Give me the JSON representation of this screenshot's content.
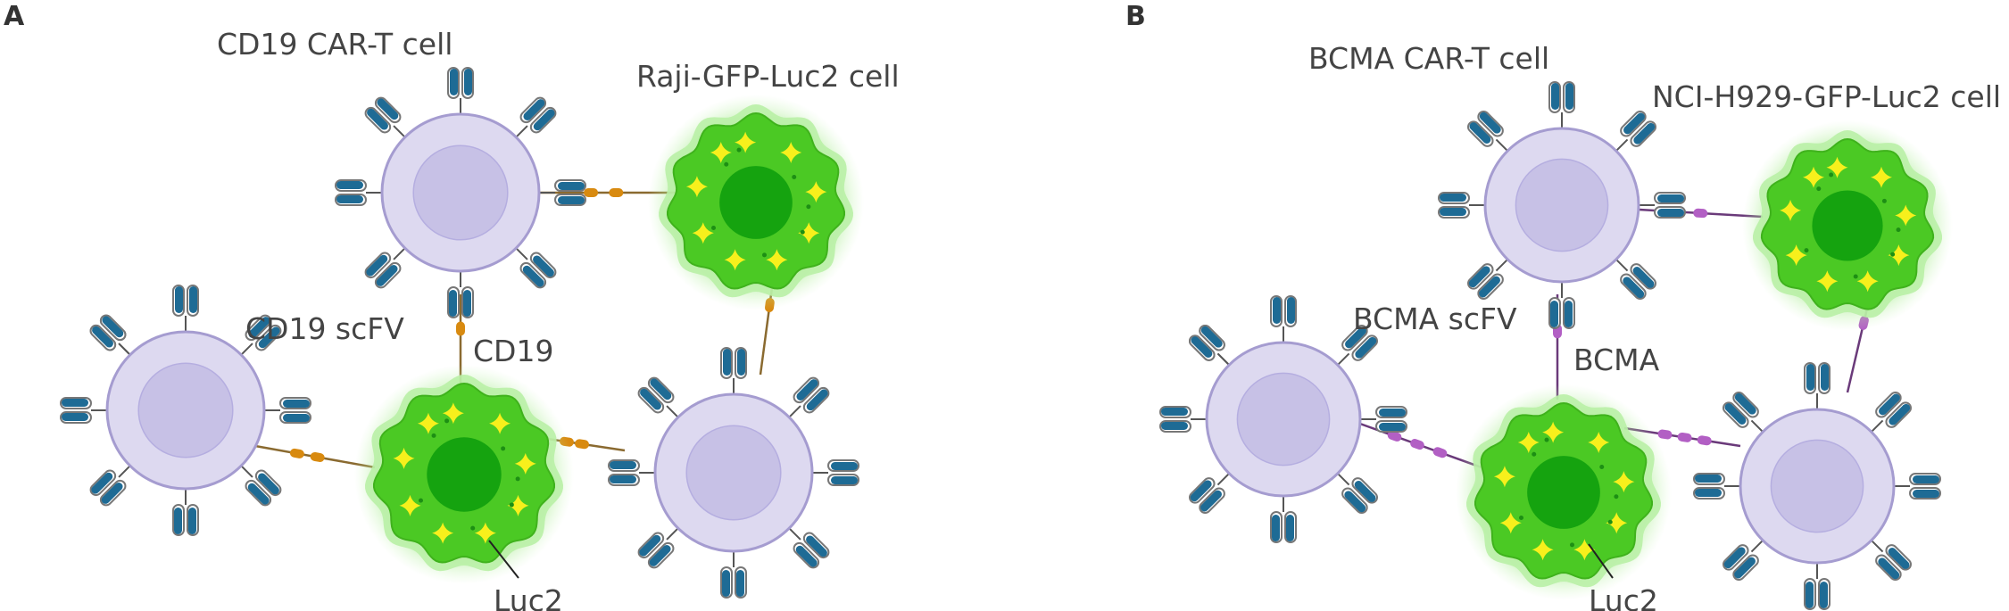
{
  "colors": {
    "tcell_fill": "#ddd9f0",
    "tcell_stroke": "#a59cd0",
    "tcell_nucleus": "#c7c1e6",
    "receptor_blue": "#1e6b95",
    "receptor_outline": "#777777",
    "tumor_outer_glow": "#b9f0a6",
    "tumor_body": "#4bc924",
    "tumor_nucleus": "#15a30f",
    "star": "#f7f01c",
    "cd19_antigen": "#d88a10",
    "bcma_antigen": "#b25fc4",
    "connector_a": "#8a6a30",
    "connector_b": "#6a3a7a",
    "label_text": "#444444"
  },
  "panels": [
    {
      "letter": "A",
      "labels": {
        "car_t": "CD19 CAR-T cell",
        "tumor": "Raji-GFP-Luc2 cell",
        "scfv": "CD19 scFV",
        "antigen": "CD19",
        "luc": "Luc2"
      }
    },
    {
      "letter": "B",
      "labels": {
        "car_t": "BCMA CAR-T cell",
        "tumor": "NCI-H929-GFP-Luc2 cell",
        "scfv": "BCMA scFV",
        "antigen": "BCMA",
        "luc": "Luc2"
      }
    }
  ]
}
